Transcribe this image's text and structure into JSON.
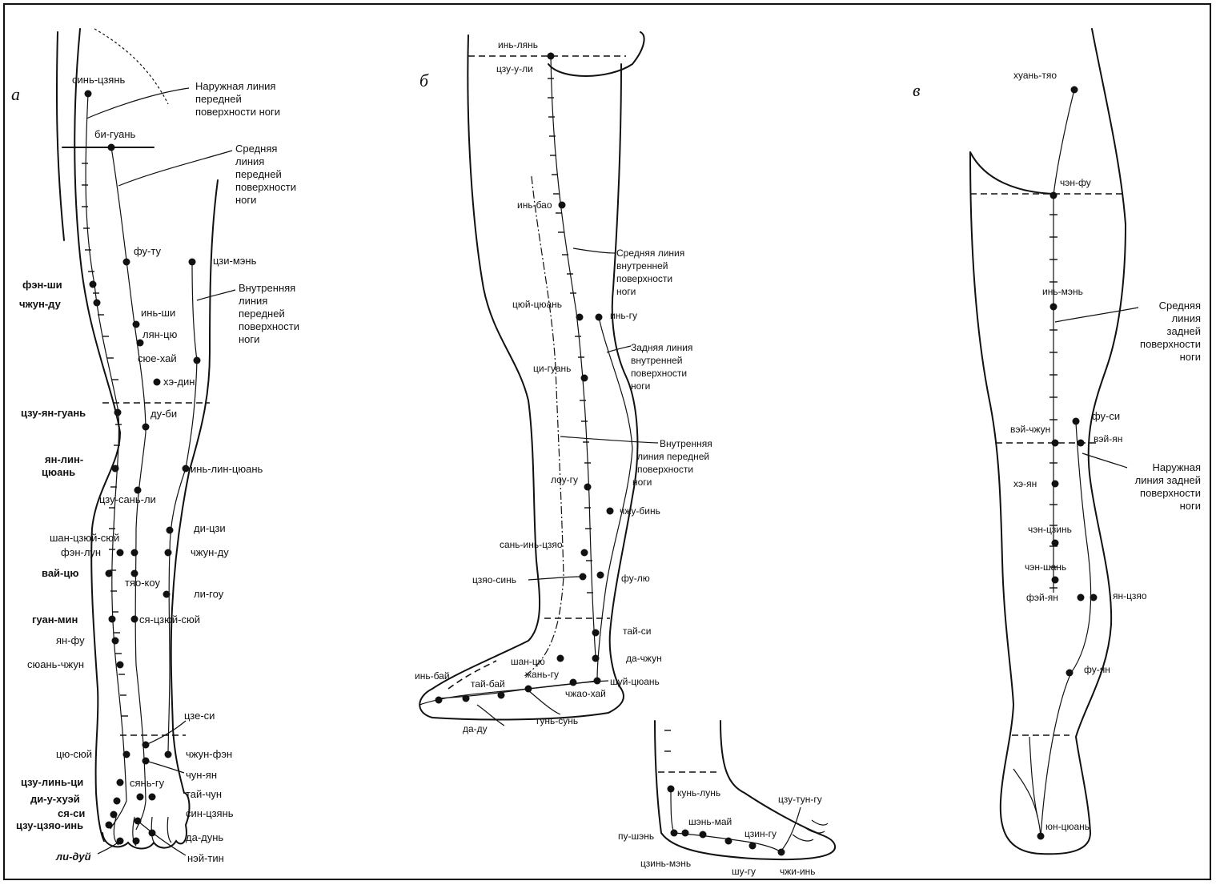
{
  "panels": {
    "a": {
      "letter": "а",
      "points": {
        "sin_czyan": "синь-цзянь",
        "bi_guan": "би-гуань",
        "fu_tu": "фу-ту",
        "czi_men": "цзи-мэнь",
        "fen_shi": "фэн-ши",
        "chzhun_du_top": "чжун-ду",
        "in_shi": "инь-ши",
        "lyan_czyu": "лян-цю",
        "syue_hai": "сюе-хай",
        "he_din": "хэ-дин",
        "czu_yan_guan": "цзу-ян-гуань",
        "du_bi": "ду-би",
        "yan_lin_czyuan": "ян-лин-\nцюань",
        "in_lin_czyuan": "инь-лин-цюань",
        "czu_san_li": "цзу-сань-ли",
        "shan_czyui_syui": "шан-цзюй-сюй",
        "di_czi": "ди-цзи",
        "fen_lun": "фэн-лун",
        "chzhun_du_low": "чжун-ду",
        "vai_czyu": "вай-цю",
        "tyao_kou": "тяо-коу",
        "li_gou": "ли-гоу",
        "guan_min": "гуан-мин",
        "sya_czyui_syui": "ся-цзюй-сюй",
        "yan_fu": "ян-фу",
        "syuan_chzhun": "сюань-чжун",
        "cze_si": "цзе-си",
        "czyu_syui": "цю-сюй",
        "chzhun_fen": "чжун-фэн",
        "chun_yan": "чун-ян",
        "czu_lin_ci": "цзу-линь-ци",
        "syan_gu": "сянь-гу",
        "di_u_huei": "ди-у-хуэй",
        "tai_chun": "тай-чун",
        "sya_si": "ся-си",
        "sin_czyan_low": "син-цзянь",
        "czu_czyao_in": "цзу-цзяо-инь",
        "da_dun": "да-дунь",
        "li_dui": "ли-дуй",
        "nei_tin": "нэй-тин"
      },
      "captions": {
        "outer_front": "Наружная линия\nпередней\nповерхности ноги",
        "middle_front": "Средняя\nлиния\nпередней\nповерхности\nноги",
        "inner_front": "Внутренняя\nлиния\nпередней\nповерхности\nноги"
      }
    },
    "b": {
      "letter": "б",
      "points": {
        "in_lyan": "инь-лянь",
        "czu_u_li": "цзу-у-ли",
        "in_bao": "инь-бао",
        "czyui_czyuan": "цюй-цюань",
        "in_gu": "инь-гу",
        "ci_guan": "ци-гуань",
        "lou_gu": "лоу-гу",
        "chzhu_bin": "чжу-бинь",
        "san_in_czyao": "сань-инь-цзяо",
        "czyao_sin": "цзяо-синь",
        "fu_lyu": "фу-лю",
        "tai_si": "тай-си",
        "da_chzhun": "да-чжун",
        "shan_czyu": "шан-цю",
        "in_bai": "инь-бай",
        "zhan_gu": "жань-гу",
        "shui_czyuan": "шуй-цюань",
        "tai_bai": "тай-бай",
        "chzhao_hai": "чжао-хай",
        "da_du": "да-ду",
        "gun_sun": "гунь-сунь"
      },
      "captions": {
        "middle_inner": "Средняя линия\nвнутренней\nповерхности\nноги",
        "back_inner": "Задняя линия\nвнутренней\nповерхности\nноги",
        "inner_front": "Внутренняя\nлиния передней\nповерхности\nноги"
      }
    },
    "foot": {
      "points": {
        "kun_lun": "кунь-лунь",
        "czu_tun_gu": "цзу-тун-гу",
        "shen_mai": "шэнь-май",
        "pu_shen": "пу-шэнь",
        "czin_gu": "цзин-гу",
        "czin_men": "цзинь-мэнь",
        "shu_gu": "шу-гу",
        "chzhi_in": "чжи-инь"
      }
    },
    "v": {
      "letter": "в",
      "points": {
        "huan_tyao": "хуань-тяо",
        "chen_fu": "чэн-фу",
        "in_men": "инь-мэнь",
        "fu_si": "фу-си",
        "vei_chzhun": "вэй-чжун",
        "vei_yan": "вэй-ян",
        "he_yan": "хэ-ян",
        "chen_czin": "чэн-цзинь",
        "chen_shan": "чэн-шань",
        "fei_yan": "фэй-ян",
        "yan_czyao": "ян-цзяо",
        "fu_yan": "фу-ян",
        "yun_czyuan": "юн-цюань"
      },
      "captions": {
        "middle_back": "Средняя\nлиния\nзадней\nповерхности\nноги",
        "outer_back": "Наружная\nлиния задней\nповерхности\nноги"
      }
    }
  }
}
